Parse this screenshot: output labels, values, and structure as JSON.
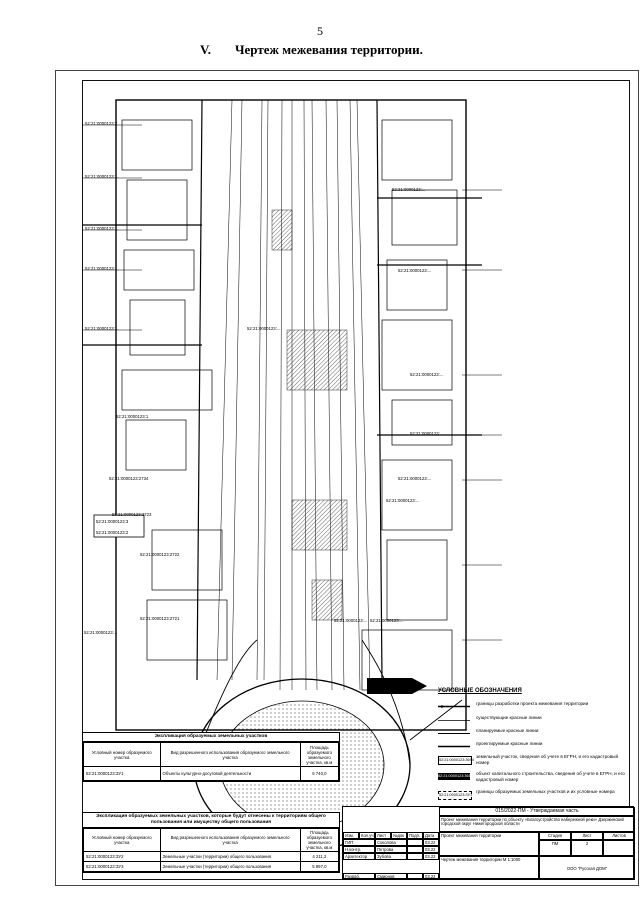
{
  "header": {
    "page_number": "5",
    "section_number": "V.",
    "section_title": "Чертеж межевания территории."
  },
  "cadastral_labels": [
    {
      "id": "l1",
      "text": "52:21:0000123:2"
    },
    {
      "id": "l2",
      "text": "52:21:0000123:..."
    },
    {
      "id": "l3",
      "text": "52:21:0000123:..."
    },
    {
      "id": "l4",
      "text": "52:21:0000123:..."
    },
    {
      "id": "l5",
      "text": "52:21:0000123:..."
    },
    {
      "id": "l6",
      "text": "52:21:0000123:1"
    },
    {
      "id": "l7",
      "text": "52:21:0000123:2734"
    },
    {
      "id": "l8",
      "text": "52:21:0000123:2723"
    },
    {
      "id": "l9",
      "text": "52:21:0000123:2722"
    },
    {
      "id": "l10",
      "text": "52:21:0000123:2721"
    },
    {
      "id": "l11",
      "text": "52:21:0000123:3"
    },
    {
      "id": "l12",
      "text": "52:21:0000123:2"
    },
    {
      "id": "l13",
      "text": "52:21:0000123:..."
    },
    {
      "id": "l14",
      "text": "52:21:0000123:..."
    },
    {
      "id": "l15",
      "text": "52:21:0000123:..."
    },
    {
      "id": "l16",
      "text": "52:21:0000123:..."
    },
    {
      "id": "l17",
      "text": "52:21:0000123:..."
    },
    {
      "id": "l18",
      "text": "52:21:0000123:..."
    },
    {
      "id": "l19",
      "text": "52:21:0000123:..."
    },
    {
      "id": "l20",
      "text": "52:21:0000123:..."
    },
    {
      "id": "l21",
      "text": "52:21:0000123:..."
    },
    {
      "id": "l22",
      "text": "52:21:0000123:..."
    }
  ],
  "legend": {
    "title": "УСЛОВНЫЕ ОБОЗНАЧЕНИЯ",
    "items": [
      {
        "text": "границы разработки проекта межевания территории",
        "color": "#000000"
      },
      {
        "text": "существующие красные линии",
        "color": "#000000"
      },
      {
        "text": "планируемые красные линии",
        "color": "#000000"
      },
      {
        "text": "проектируемые красные линии",
        "color": "#000000"
      },
      {
        "text": "земельный участок, сведения об учете в ЕГРН, и его кадастровый номер",
        "code": "52:21:0000123:3694"
      },
      {
        "text": "объект капитального строительства, сведения об учете в ЕГРН, и его кадастровый номер",
        "code": "52:21:0000123:3619"
      },
      {
        "text": "границы образуемых земельных участков и их условные номера",
        "code": "52:21:0000123:ЗУ1"
      }
    ]
  },
  "explication1": {
    "caption": "Экспликация образуемых земельных участков",
    "headers": [
      "Условный номер образуемого участка",
      "Вид разрешенного использования образуемого земельного участка",
      "Площадь образуемого земельного участка, кв.м"
    ],
    "rows": [
      {
        "num": "52:21:0000123:ЗУ1",
        "use": "Объекты культурно-досуговой деятельности",
        "area": "5 740,0"
      }
    ]
  },
  "explication2": {
    "caption": "Экспликация образуемых земельных участков, которые будут отнесены к территориям общего пользования или имуществу общего пользования",
    "headers": [
      "Условный номер образуемого участка",
      "Вид разрешенного использования образуемого земельного участка",
      "Площадь образуемого земельного участка, кв.м"
    ],
    "rows": [
      {
        "num": "52:21:0000123:ЗУ2",
        "use": "Земельные участки (территории) общего пользования",
        "area": "4 211,2"
      },
      {
        "num": "52:21:0000123:ЗУ3",
        "use": "Земельные участки (территории) общего пользования",
        "area": "5 897,0"
      }
    ]
  },
  "stamp": {
    "code": "015/2022-ПМ - Утверждаемая часть",
    "project": "Проект межевания территории по объекту «Благоустройство набережной реки» Дзержинский городской округ Нижегородской области",
    "sheet_title": "Проект межевания территории",
    "drawing_title": "Чертеж межевания территории М 1:1000",
    "company": "ООО \"Русская ДОМ\"",
    "stage_label": "Стадия",
    "sheet_label": "Лист",
    "sheets_label": "Листов",
    "stage": "ПМ",
    "sheet": "2",
    "sheets": "",
    "cols": [
      "Изм.",
      "Кол.уч",
      "Лист",
      "№док",
      "Подп.",
      "Дата"
    ],
    "people": [
      {
        "role": "ГИП",
        "name": "Соколова",
        "date": "03.22"
      },
      {
        "role": "Н.контр.",
        "name": "Петрова",
        "date": "03.22"
      },
      {
        "role": "Архитектор",
        "name": "Зубова",
        "date": "03.22"
      },
      {
        "role": "Разраб.",
        "name": "Смирнов",
        "date": "03.22"
      }
    ]
  }
}
